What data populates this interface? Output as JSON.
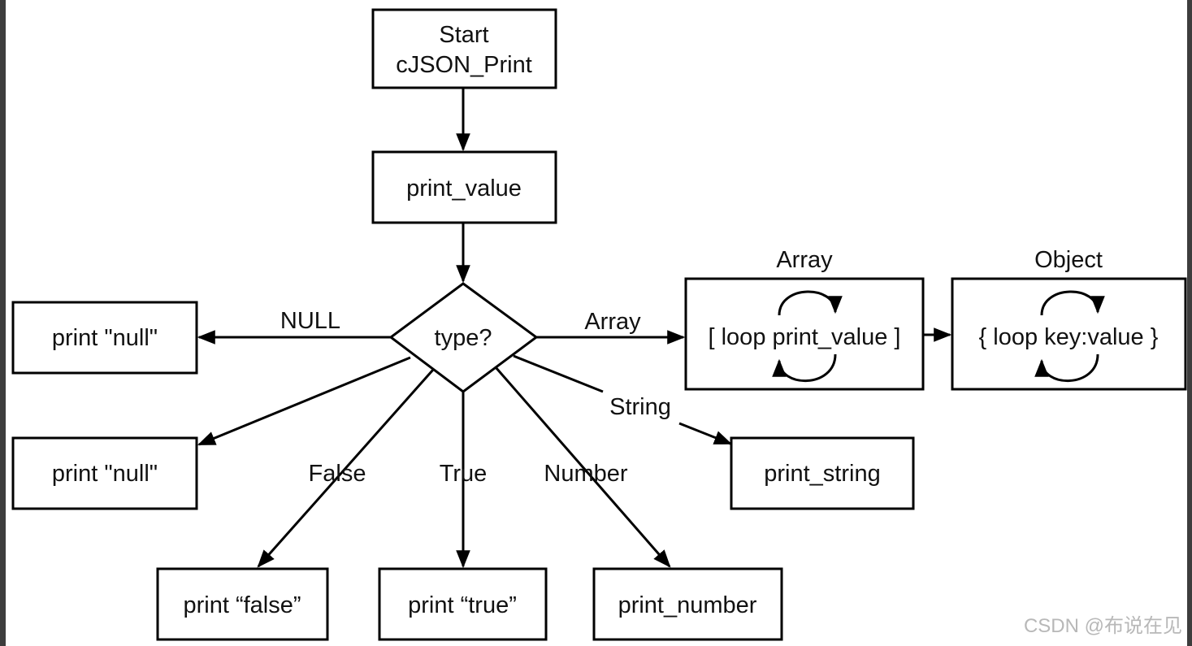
{
  "nodes": {
    "start": {
      "line1": "Start",
      "line2": "cJSON_Print"
    },
    "print_value": {
      "label": "print_value"
    },
    "decision": {
      "label": "type?"
    },
    "print_null_top": {
      "label": "print \"null\""
    },
    "print_null_bottom": {
      "label": "print \"null\""
    },
    "print_false": {
      "label": "print “false”"
    },
    "print_true": {
      "label": "print “true”"
    },
    "print_number": {
      "label": "print_number"
    },
    "print_string": {
      "label": "print_string"
    },
    "array_loop": {
      "title": "Array",
      "label": "[ loop print_value ]"
    },
    "object_loop": {
      "title": "Object",
      "label": "{ loop key:value }"
    }
  },
  "edge_labels": {
    "null": "NULL",
    "array": "Array",
    "string": "String",
    "false": "False",
    "true": "True",
    "number": "Number"
  },
  "watermark": "CSDN @布说在见"
}
